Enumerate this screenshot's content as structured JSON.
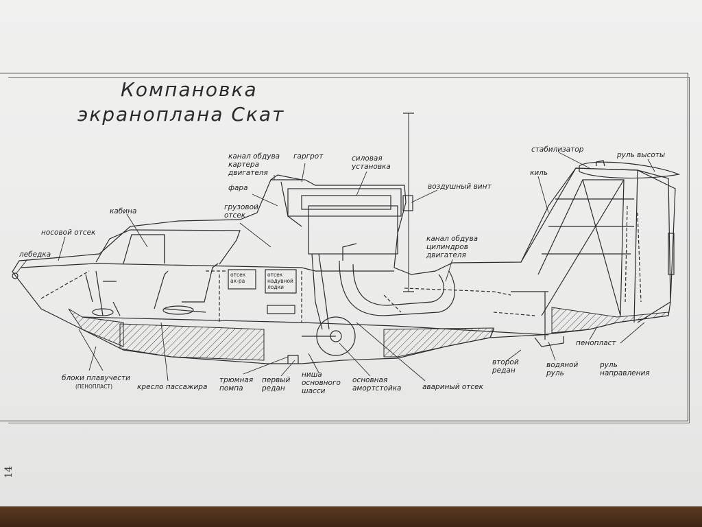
{
  "title": {
    "line1": "Компановка",
    "line2": "экраноплана Скат"
  },
  "labels": {
    "lebedka": "лебедка",
    "nosovoy": "носовой отсек",
    "kabina": "кабина",
    "kanal_karter": [
      "канал обдува",
      "картера",
      "двигателя"
    ],
    "fara": "фара",
    "gruzovoy": [
      "грузовой",
      "отсек"
    ],
    "gargrot": "гаргрот",
    "silovaya": [
      "силовая",
      "установка"
    ],
    "vint": "воздушный винт",
    "kanal_cil": [
      "канал обдува",
      "цилиндров",
      "двигателя"
    ],
    "stabilizator": "стабилизатор",
    "rul_vysoty": "руль высоты",
    "kil": "киль",
    "otsek_akra": [
      "отсек",
      "ак-ра"
    ],
    "otsek_lodki": [
      "отсек",
      "надувной",
      "лодки"
    ],
    "penoplast": "пенопласт",
    "vtoroy_redan": [
      "второй",
      "редан"
    ],
    "vodyanoy_rul": [
      "водяной",
      "руль"
    ],
    "rul_napr": [
      "руль",
      "направления"
    ],
    "bloki": [
      "блоки плавучести"
    ],
    "bloki_sub": "(ПЕНОПЛАСТ)",
    "kreslo": "кресло пассажира",
    "tryumnaya": [
      "трюмная",
      "помпа"
    ],
    "perviy_redan": [
      "первый",
      "редан"
    ],
    "nisha": [
      "ниша",
      "основного",
      "шасси"
    ],
    "amort": [
      "основная",
      "амортстойка"
    ],
    "avariyny": "авариный отсек"
  },
  "page_number": "14"
}
